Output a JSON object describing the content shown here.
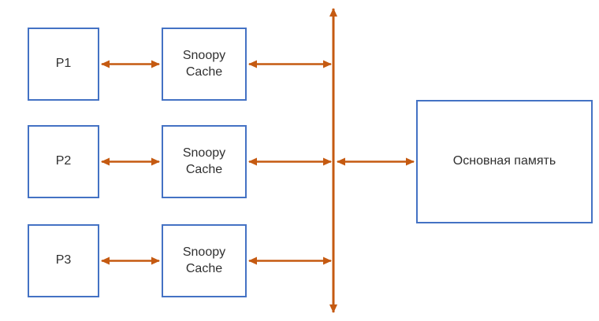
{
  "colors": {
    "box_border": "#4472C4",
    "box_fill": "#FFFFFF",
    "arrow": "#C55A11",
    "text": "#303030",
    "background": "#FFFFFF"
  },
  "rows": [
    {
      "processor_label": "P1",
      "cache_label": "Snoopy\nCache"
    },
    {
      "processor_label": "P2",
      "cache_label": "Snoopy\nCache"
    },
    {
      "processor_label": "P3",
      "cache_label": "Snoopy\nCache"
    }
  ],
  "memory": {
    "label": "Основная память"
  }
}
